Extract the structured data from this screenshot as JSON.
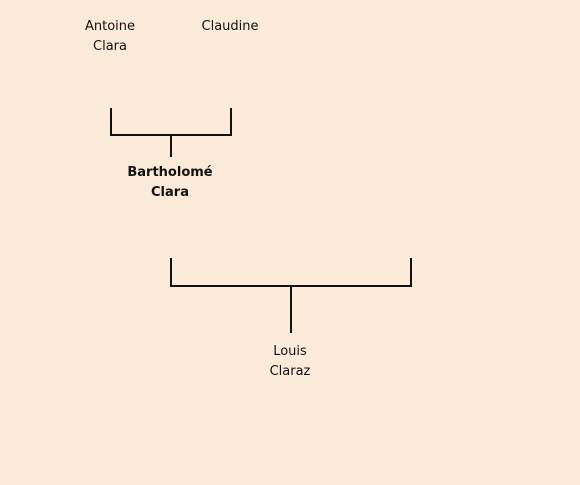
{
  "colors": {
    "background": "#fcebd9",
    "line": "#111111",
    "text": "#111111"
  },
  "tree": {
    "parent_father": {
      "first_name": "Antoine",
      "last_name": "Clara"
    },
    "parent_mother": {
      "first_name": "Claudine",
      "last_name": ""
    },
    "subject": {
      "first_name": "Bartholomé",
      "last_name": "Clara"
    },
    "child": {
      "first_name": "Louis",
      "last_name": "Claraz"
    }
  }
}
